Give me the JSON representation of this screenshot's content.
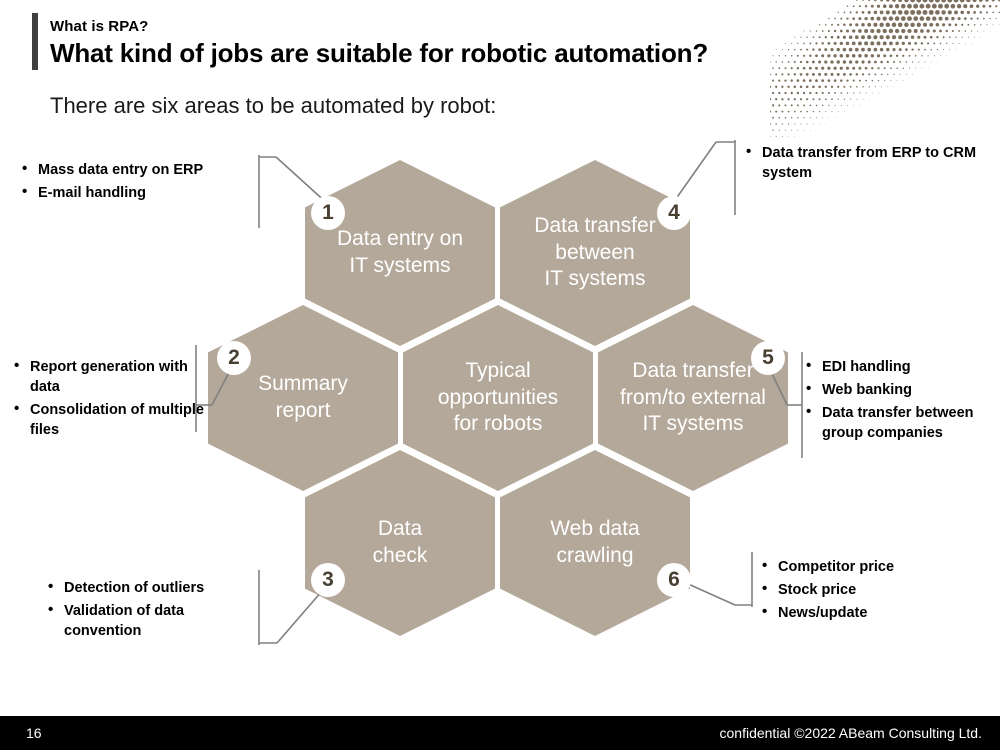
{
  "header": {
    "eyebrow": "What is RPA?",
    "title": "What kind of jobs are suitable for robotic automation?",
    "subtitle": "There are six areas to be automated by robot:"
  },
  "colors": {
    "hexagon_fill": "#b3a899",
    "hexagon_text": "#ffffff",
    "badge_text": "#4a3f33",
    "accent_bar": "#3f3f3f",
    "footer_bg": "#000000",
    "dot_pattern": "#7c6f5e",
    "connector_line": "#808080"
  },
  "hexagons": [
    {
      "id": "h1",
      "number": "1",
      "label": "Data entry on\nIT systems"
    },
    {
      "id": "h4",
      "number": "4",
      "label": "Data transfer\nbetween\nIT systems"
    },
    {
      "id": "h2",
      "number": "2",
      "label": "Summary\nreport"
    },
    {
      "id": "center",
      "number": "",
      "label": "Typical\nopportunities\nfor robots"
    },
    {
      "id": "h5",
      "number": "5",
      "label": "Data transfer\nfrom/to external\nIT systems"
    },
    {
      "id": "h3",
      "number": "3",
      "label": "Data\ncheck"
    },
    {
      "id": "h6",
      "number": "6",
      "label": "Web data\ncrawling"
    }
  ],
  "callouts": {
    "left_1": [
      "Mass data entry on ERP",
      "E-mail handling"
    ],
    "left_2": [
      "Report generation with data",
      "Consolidation of multiple files"
    ],
    "left_3": [
      "Detection of outliers",
      "Validation of data convention"
    ],
    "right_4": [
      "Data transfer from ERP to CRM system"
    ],
    "right_5": [
      "EDI handling",
      "Web banking",
      "Data transfer between group companies"
    ],
    "right_6": [
      "Competitor price",
      "Stock price",
      "News/update"
    ]
  },
  "footer": {
    "page_number": "16",
    "notice": "confidential   ©2022 ABeam Consulting Ltd."
  }
}
